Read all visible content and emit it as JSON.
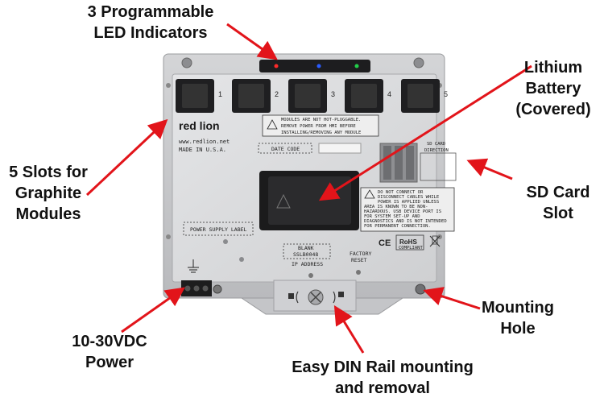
{
  "callouts": {
    "led": "3 Programmable\nLED Indicators",
    "battery": "Lithium\nBattery\n(Covered)",
    "slots": "5 Slots for\nGraphite\nModules",
    "sd": "SD Card\nSlot",
    "mounting": "Mounting\nHole",
    "power": "10-30VDC\nPower",
    "din": "Easy DIN Rail mounting\nand removal"
  },
  "device": {
    "brand": "red lion",
    "website": "www.redlion.net",
    "made_in": "MADE IN U.S.A.",
    "slot_numbers": [
      "1",
      "2",
      "3",
      "4",
      "5"
    ],
    "modules_warning": [
      "MODULES ARE NOT HOT-PLUGGABLE.",
      "REMOVE POWER FROM HMI BEFORE",
      "INSTALLING/REMOVING ANY MODULE"
    ],
    "date_code": "DATE CODE",
    "power_supply_label": "POWER SUPPLY LABEL",
    "sd_card_direction": [
      "SD CARD",
      "DIRECTION"
    ],
    "hazard_warning": [
      "DO NOT CONNECT OR",
      "DISCONNECT CABLES WHILE",
      "POWER IS APPLIED UNLESS",
      "AREA IS KNOWN TO BE NON-",
      "HAZARDOUS. USB DEVICE PORT IS",
      "FOR SYSTEM SET-UP AND",
      "DIAGNOSTICS AND IS NOT INTENDED",
      "FOR PERMANENT CONNECTION."
    ],
    "blank": "BLANK",
    "part_number": "SSLB0048",
    "ip_address": "IP ADDRESS",
    "factory_reset": [
      "FACTORY",
      "RESET"
    ],
    "ce": "CE",
    "rohs": "RoHS",
    "rohs_sub": "COMPLIANT"
  },
  "colors": {
    "arrow": "#e2141a",
    "led_red": "#ff2a2a",
    "led_blue": "#2a5cff",
    "led_green": "#22d04a",
    "housing": "#c9cacc"
  }
}
